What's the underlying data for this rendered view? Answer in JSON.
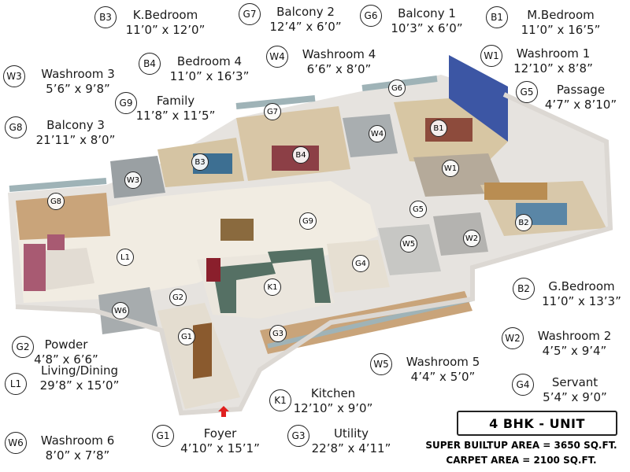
{
  "rooms": [
    {
      "code": "B3",
      "name": "K.Bedroom",
      "dims": "11’0” x 12’0”"
    },
    {
      "code": "G7",
      "name": "Balcony 2",
      "dims": "12’4” x 6’0”"
    },
    {
      "code": "G6",
      "name": "Balcony 1",
      "dims": "10’3” x 6’0”"
    },
    {
      "code": "B1",
      "name": "M.Bedroom",
      "dims": "11’0” x 16’5”"
    },
    {
      "code": "W3",
      "name": "Washroom 3",
      "dims": "5’6” x 9’8”"
    },
    {
      "code": "B4",
      "name": "Bedroom 4",
      "dims": "11’0” x 16’3”"
    },
    {
      "code": "W4",
      "name": "Washroom 4",
      "dims": "6’6” x 8’0”"
    },
    {
      "code": "W1",
      "name": "Washroom 1",
      "dims": "12’10” x 8’8”"
    },
    {
      "code": "G9",
      "name": "Family",
      "dims": "11’8” x 11’5”"
    },
    {
      "code": "G5",
      "name": "Passage",
      "dims": "4’7” x 8’10”"
    },
    {
      "code": "G8",
      "name": "Balcony 3",
      "dims": "21’11” x 8’0”"
    },
    {
      "code": "B2",
      "name": "G.Bedroom",
      "dims": "11’0” x 13’3”"
    },
    {
      "code": "G2",
      "name": "Powder",
      "dims": "4’8” x 6’6”"
    },
    {
      "code": "W2",
      "name": "Washroom 2",
      "dims": "4’5” x 9’4”"
    },
    {
      "code": "L1",
      "name": "Living/Dining",
      "dims": "29’8” x 15’0”"
    },
    {
      "code": "W5",
      "name": "Washroom 5",
      "dims": "4’4” x 5’0”"
    },
    {
      "code": "G4",
      "name": "Servant",
      "dims": "5’4” x 9’0”"
    },
    {
      "code": "K1",
      "name": "Kitchen",
      "dims": "12’10” x 9’0”"
    },
    {
      "code": "W6",
      "name": "Washroom 6",
      "dims": "8’0” x 7’8”"
    },
    {
      "code": "G1",
      "name": "Foyer",
      "dims": "4’10” x 15’1”"
    },
    {
      "code": "G3",
      "name": "Utility",
      "dims": "22’8” x 4’11”"
    }
  ],
  "unit": {
    "title": "4 BHK - UNIT",
    "super_builtup": "SUPER BUILTUP AREA = 3650 SQ.FT.",
    "carpet": "CARPET AREA = 2100 SQ.FT."
  },
  "plan_pins": [
    "G8",
    "L1",
    "W3",
    "B3",
    "G7",
    "B4",
    "G9",
    "W4",
    "G6",
    "B1",
    "W1",
    "G5",
    "W2",
    "B2",
    "W5",
    "G4",
    "K1",
    "G2",
    "W6",
    "G1",
    "G3"
  ],
  "colors": {
    "wall": "#e9e7e4",
    "wall_top": "#ffffff",
    "floor": "#efe9dc",
    "wood_floor": "#c9a47a",
    "tile_floor": "#d8d3cf",
    "glass": "#9fb3b7",
    "blue_accent_wall": "#3c56a4",
    "entry_marker": "#e02020"
  }
}
